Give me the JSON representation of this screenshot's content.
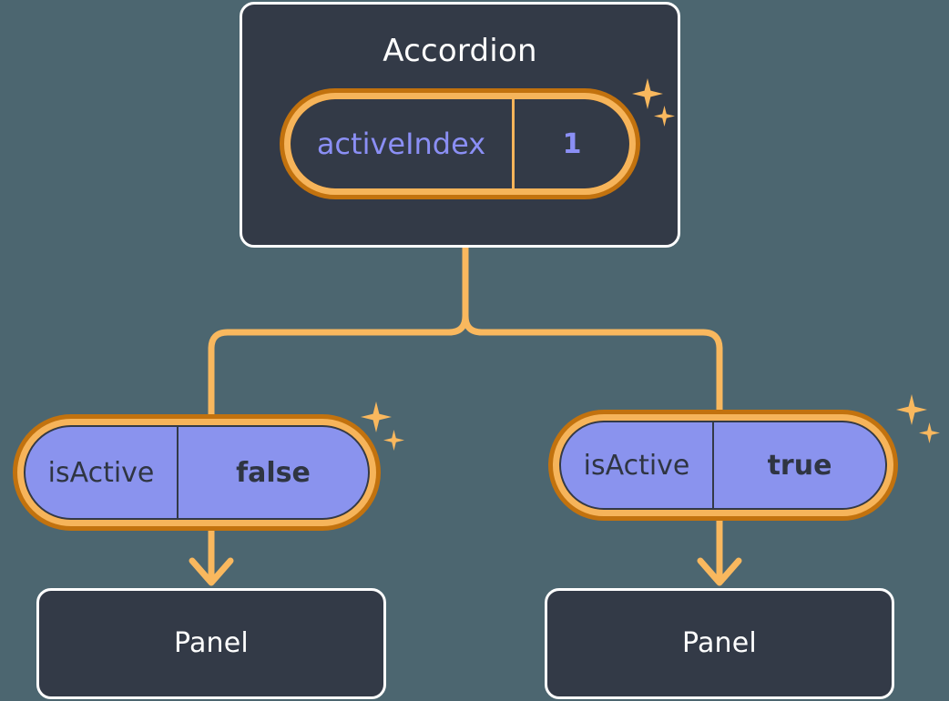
{
  "diagram": {
    "background_color": "#4c6670",
    "accent_color": "#f9b85e",
    "ring_outer_color": "#c2720e",
    "ring_inner_color": "#f6b45a",
    "card_background": "#333a47",
    "card_border": "#ffffff",
    "pill_purple_fill": "#8a93ee",
    "pill_text_purple": "#8b8ff5",
    "pill_text_dark": "#2f3542"
  },
  "root": {
    "title": "Accordion",
    "state": {
      "key": "activeIndex",
      "value": "1"
    },
    "sparkle_big": "sparkle-icon",
    "sparkle_small": "sparkle-icon"
  },
  "branches": [
    {
      "id": "left",
      "state": {
        "key": "isActive",
        "value": "false"
      },
      "child": {
        "title": "Panel"
      },
      "sparkle_big": "sparkle-icon",
      "sparkle_small": "sparkle-icon"
    },
    {
      "id": "right",
      "state": {
        "key": "isActive",
        "value": "true"
      },
      "child": {
        "title": "Panel"
      },
      "sparkle_big": "sparkle-icon",
      "sparkle_small": "sparkle-icon"
    }
  ]
}
